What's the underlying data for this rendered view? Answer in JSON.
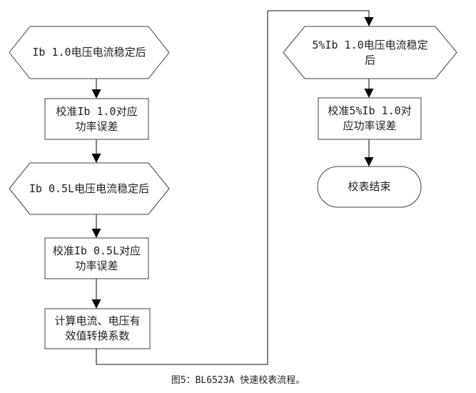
{
  "diagram": {
    "caption": "图5：BL6523A 快速校表流程。",
    "colors": {
      "stroke": "#404040",
      "arrow": "#000000",
      "text": "#1f1f1f",
      "background": "#ffffff"
    },
    "nodes": {
      "hex_ib10": "Ib 1.0电压电流稳定后",
      "rect_cal_ib10": "校准Ib 1.0对应\n功率误差",
      "hex_ib05l": "Ib 0.5L电压电流稳定后",
      "rect_cal_ib05l": "校准Ib 0.5L对应\n功率误差",
      "rect_calc_rms": "计算电流、电压有\n效值转换系数",
      "hex_5ib10": "5%Ib 1.0电压电流稳定\n后",
      "rect_cal_5ib10": "校准5%Ib 1.0对\n应功率误差",
      "term_end": "校表结束"
    }
  }
}
